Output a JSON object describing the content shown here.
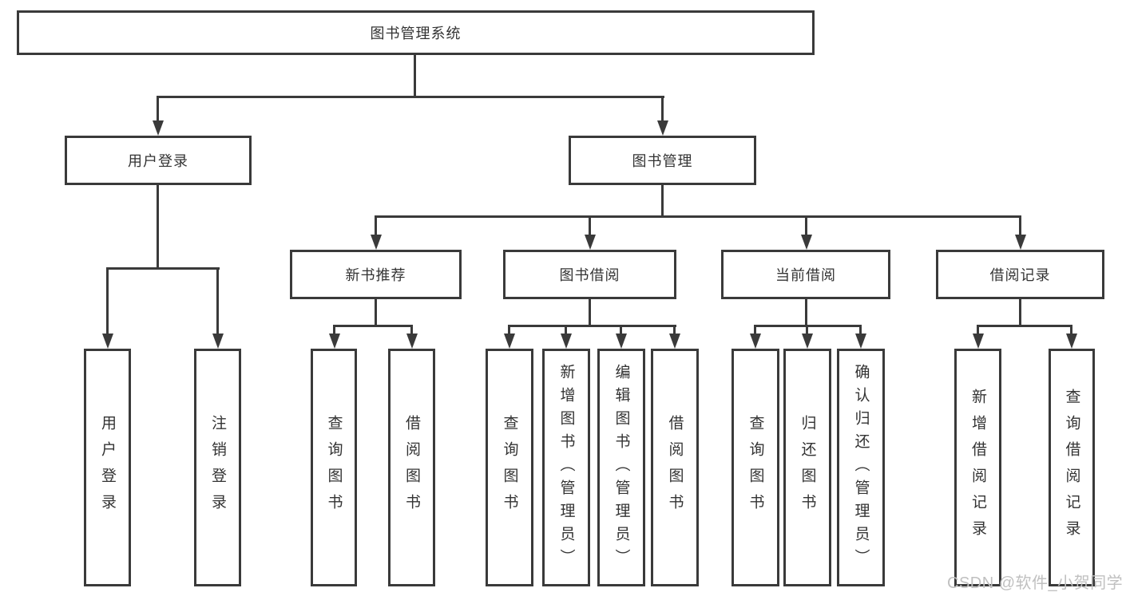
{
  "tree": {
    "root": {
      "label": "图书管理系统",
      "children": [
        {
          "label": "用户登录",
          "children": [
            {
              "label": "用户登录"
            },
            {
              "label": "注销登录"
            }
          ]
        },
        {
          "label": "图书管理",
          "children": [
            {
              "label": "新书推荐",
              "children": [
                {
                  "label": "查询图书"
                },
                {
                  "label": "借阅图书"
                }
              ]
            },
            {
              "label": "图书借阅",
              "children": [
                {
                  "label": "查询图书"
                },
                {
                  "label": "新增图书（管理员）"
                },
                {
                  "label": "编辑图书（管理员）"
                },
                {
                  "label": "借阅图书"
                }
              ]
            },
            {
              "label": "当前借阅",
              "children": [
                {
                  "label": "查询图书"
                },
                {
                  "label": "归还图书"
                },
                {
                  "label": "确认归还（管理员）"
                }
              ]
            },
            {
              "label": "借阅记录",
              "children": [
                {
                  "label": "新增借阅记录"
                },
                {
                  "label": "查询借阅记录"
                }
              ]
            }
          ]
        }
      ]
    }
  },
  "watermark": {
    "text": "CSDN @软件_小贺同学",
    "color": "#c0c0c0"
  },
  "colors": {
    "line": "#3a3a3a",
    "text": "#333333",
    "background": "#ffffff"
  }
}
